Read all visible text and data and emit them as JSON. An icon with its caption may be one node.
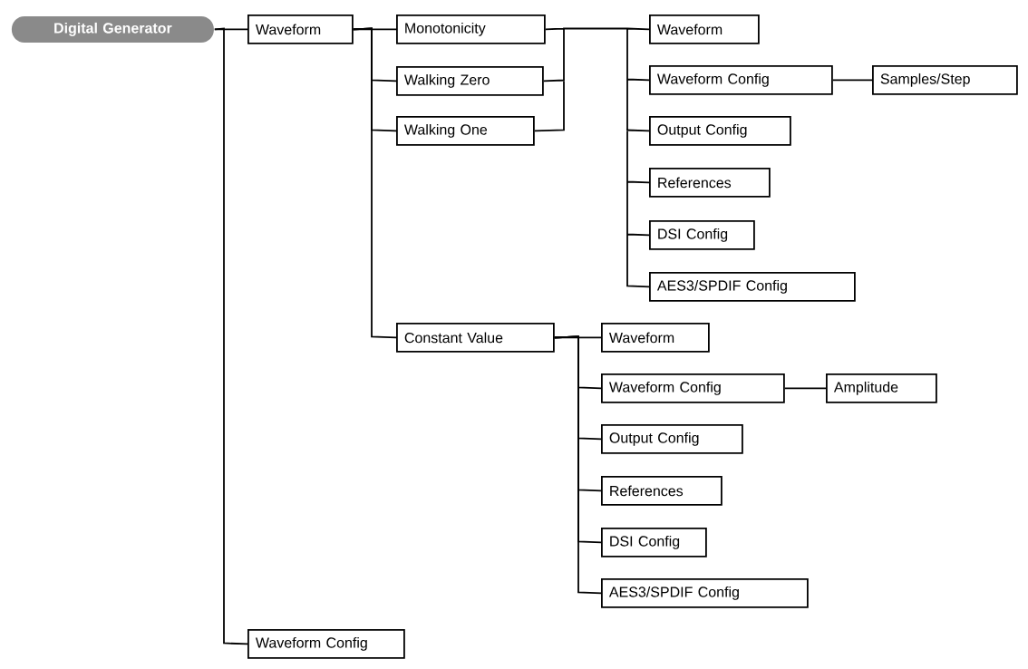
{
  "diagram": {
    "nodes": [
      {
        "text": [
          "Digital Generator"
        ]
      },
      {
        "text": [
          "Waveform"
        ]
      },
      {
        "text": [
          "Monotonicity"
        ]
      },
      {
        "text": [
          "Walking Zero"
        ]
      },
      {
        "text": [
          "Walking One"
        ]
      },
      {
        "text": [
          "Waveform"
        ]
      },
      {
        "text": [
          "Waveform Config"
        ]
      },
      {
        "text": [
          "Samples/Step"
        ]
      },
      {
        "text": [
          "Output Config"
        ]
      },
      {
        "text": [
          "References"
        ]
      },
      {
        "text": [
          "DSI Config"
        ]
      },
      {
        "text": [
          "AES3/SPDIF Config"
        ]
      },
      {
        "text": [
          "Constant Value"
        ]
      },
      {
        "text": [
          "Waveform"
        ]
      },
      {
        "text": [
          "Waveform Config"
        ]
      },
      {
        "text": [
          "Amplitude"
        ]
      },
      {
        "text": [
          "Output Config"
        ]
      },
      {
        "text": [
          "References"
        ]
      },
      {
        "text": [
          "DSI Config"
        ]
      },
      {
        "text": [
          "AES3/SPDIF Config"
        ]
      },
      {
        "text": [
          "Waveform Config"
        ]
      }
    ],
    "edges": [
      {
        "from": 0,
        "to": 1,
        "arrow": "none"
      },
      {
        "from": 0,
        "to": 20,
        "arrow": "none"
      },
      {
        "from": 1,
        "to": 2,
        "arrow": "none"
      },
      {
        "from": 1,
        "to": 3,
        "arrow": "none"
      },
      {
        "from": 1,
        "to": 4,
        "arrow": "none"
      },
      {
        "from": 1,
        "to": 12,
        "arrow": "none"
      },
      {
        "from": 2,
        "to": 5,
        "arrow": "none"
      },
      {
        "from": 2,
        "to": 6,
        "arrow": "none"
      },
      {
        "from": 2,
        "to": 8,
        "arrow": "none"
      },
      {
        "from": 2,
        "to": 9,
        "arrow": "none"
      },
      {
        "from": 2,
        "to": 10,
        "arrow": "none"
      },
      {
        "from": 2,
        "to": 11,
        "arrow": "none"
      },
      {
        "from": 3,
        "to": 5,
        "arrow": "none"
      },
      {
        "from": 3,
        "to": 6,
        "arrow": "none"
      },
      {
        "from": 3,
        "to": 8,
        "arrow": "none"
      },
      {
        "from": 3,
        "to": 9,
        "arrow": "none"
      },
      {
        "from": 3,
        "to": 10,
        "arrow": "none"
      },
      {
        "from": 3,
        "to": 11,
        "arrow": "none"
      },
      {
        "from": 4,
        "to": 5,
        "arrow": "none"
      },
      {
        "from": 4,
        "to": 6,
        "arrow": "none"
      },
      {
        "from": 4,
        "to": 8,
        "arrow": "none"
      },
      {
        "from": 4,
        "to": 9,
        "arrow": "none"
      },
      {
        "from": 4,
        "to": 10,
        "arrow": "none"
      },
      {
        "from": 4,
        "to": 11,
        "arrow": "none"
      },
      {
        "from": 6,
        "to": 7,
        "arrow": "none"
      },
      {
        "from": 12,
        "to": 13,
        "arrow": "none"
      },
      {
        "from": 12,
        "to": 14,
        "arrow": "none"
      },
      {
        "from": 12,
        "to": 16,
        "arrow": "none"
      },
      {
        "from": 12,
        "to": 17,
        "arrow": "none"
      },
      {
        "from": 12,
        "to": 18,
        "arrow": "none"
      },
      {
        "from": 12,
        "to": 19,
        "arrow": "none"
      },
      {
        "from": 14,
        "to": 15,
        "arrow": "none"
      }
    ]
  }
}
